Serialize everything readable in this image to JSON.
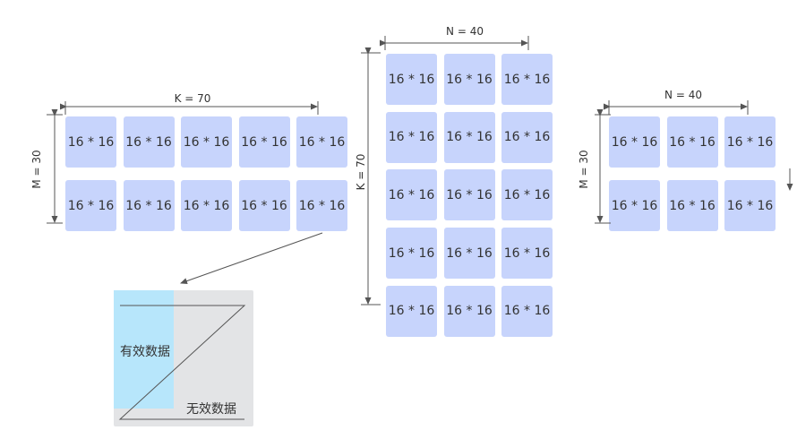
{
  "tile_label": "16 * 16",
  "colors": {
    "tile": "#c7d4fc",
    "valid": "#b7e6fb",
    "invalid": "#e3e4e6",
    "line": "#555555"
  },
  "matrix_a": {
    "rows": 2,
    "cols": 5,
    "k_label": "K = 70",
    "m_label": "M = 30"
  },
  "matrix_b": {
    "rows": 5,
    "cols": 3,
    "n_label": "N = 40",
    "k_label": "K = 70"
  },
  "matrix_c": {
    "rows": 2,
    "cols": 3,
    "n_label": "N = 40",
    "m_label": "M = 30"
  },
  "detail": {
    "valid_label": "有效数据",
    "invalid_label": "无效数据"
  }
}
